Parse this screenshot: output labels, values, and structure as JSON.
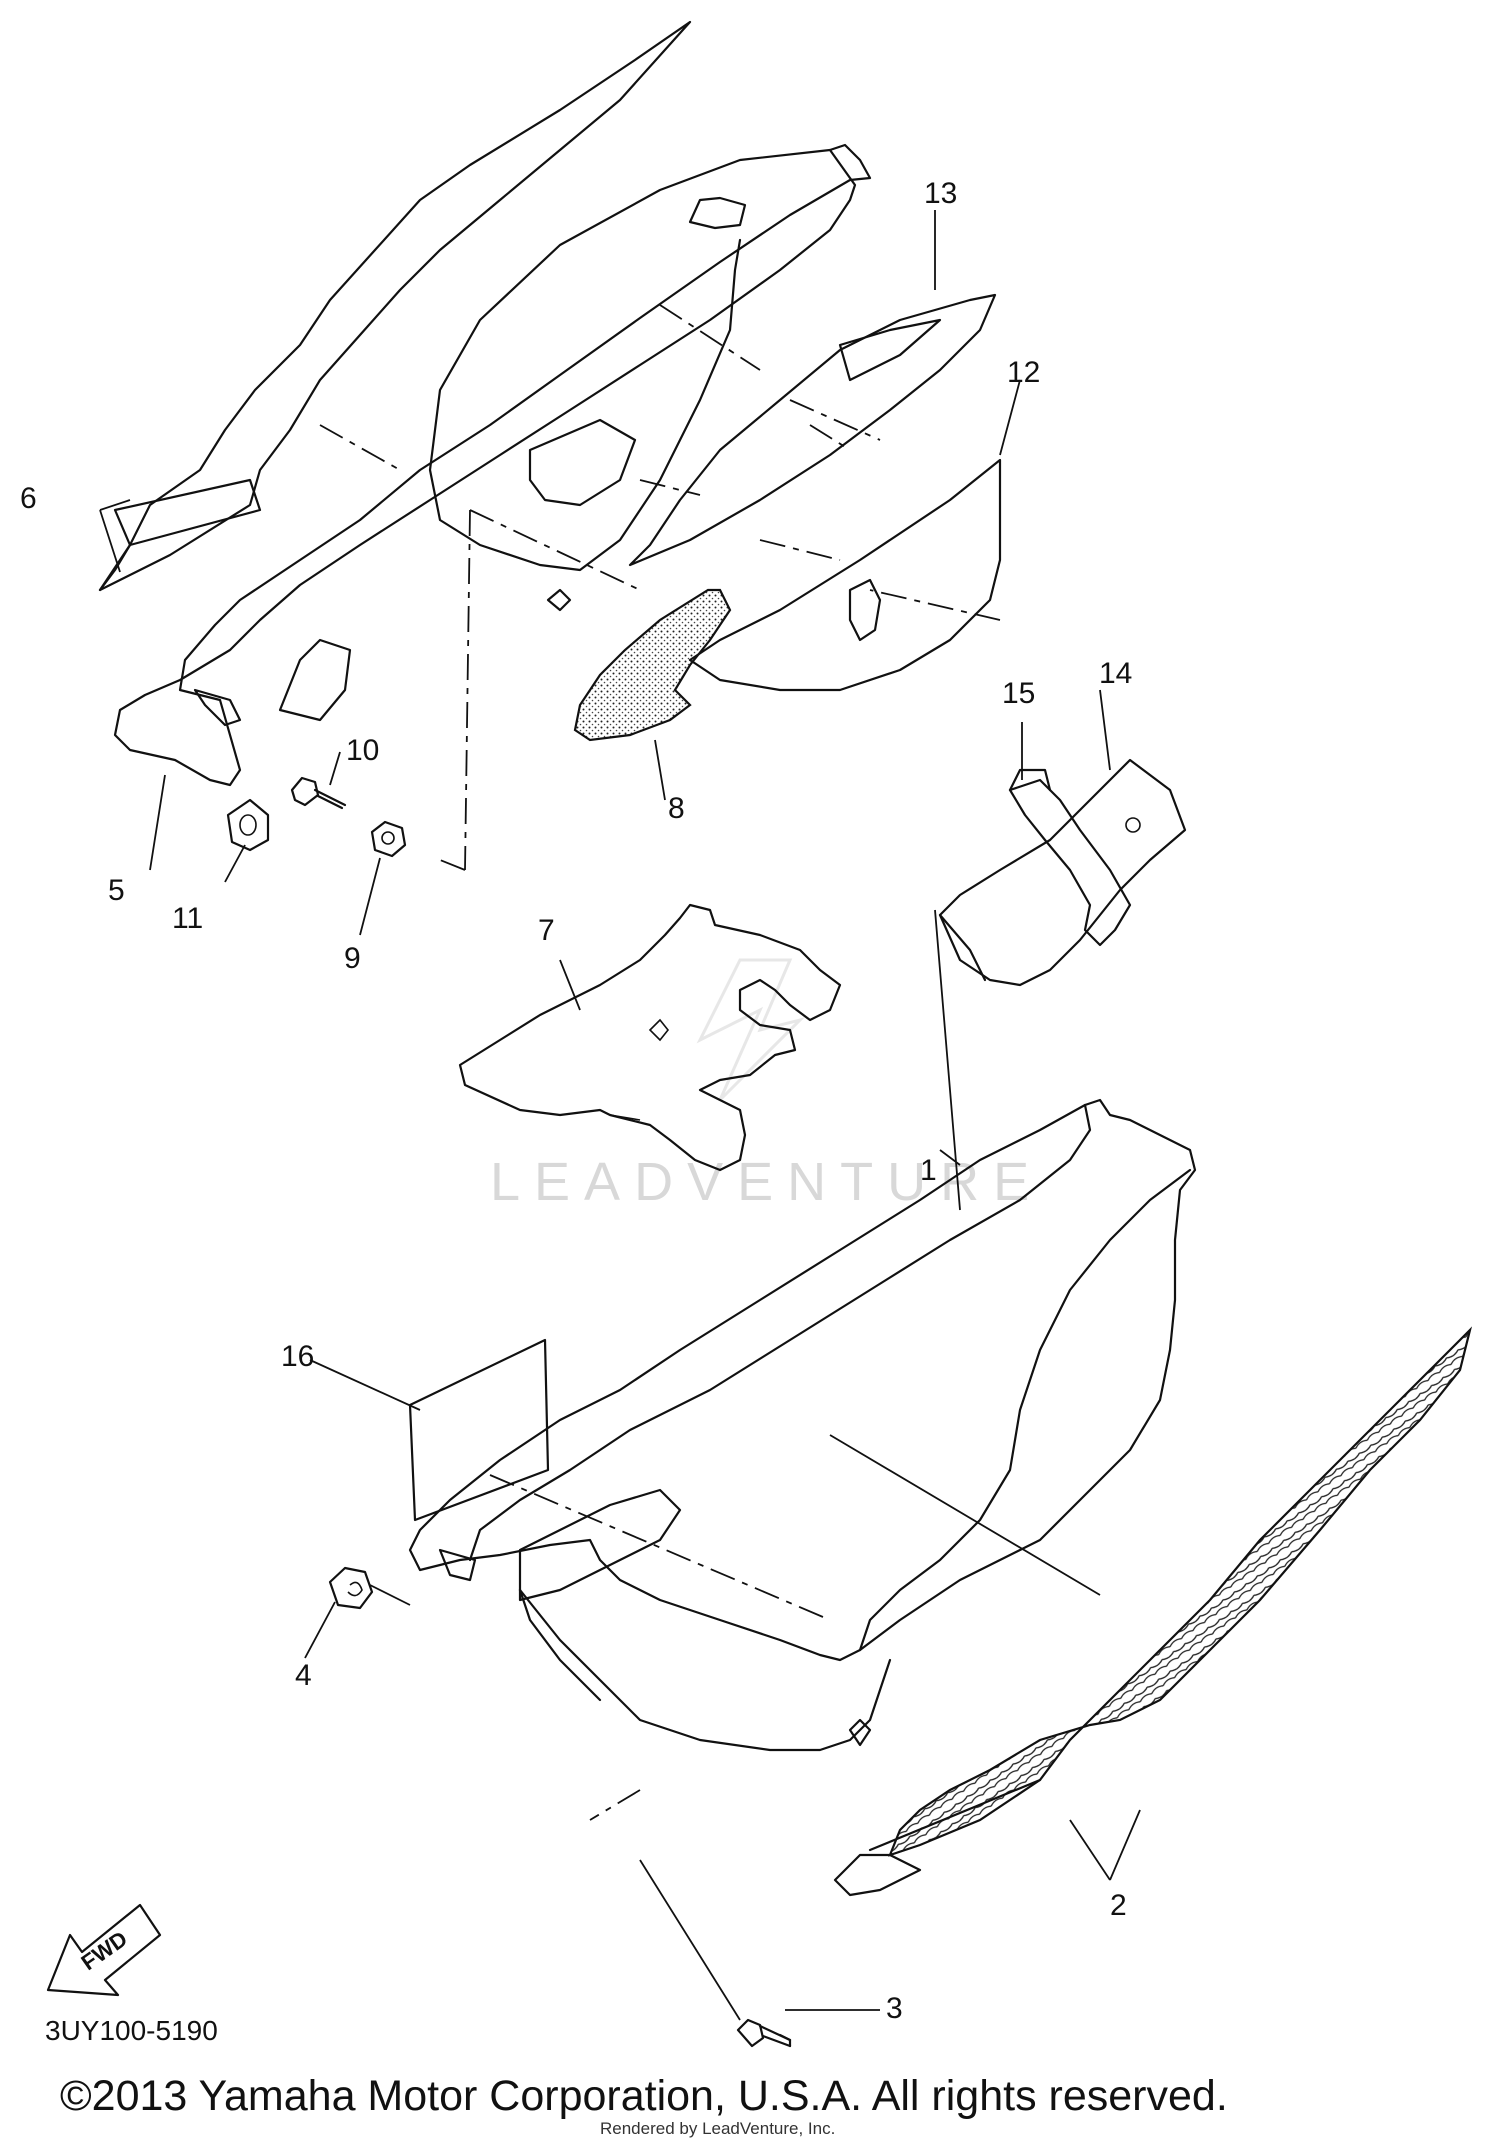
{
  "callouts": [
    "1",
    "2",
    "3",
    "4",
    "5",
    "6",
    "7",
    "8",
    "9",
    "10",
    "11",
    "12",
    "13",
    "14",
    "15",
    "16"
  ],
  "diagram_code": "3UY100-5190",
  "fwd_label": "FWD",
  "watermark": "LEADVENTURE",
  "copyright": "©2013 Yamaha Motor Corporation, U.S.A. All rights reserved.",
  "rendered_by": "Rendered by LeadVenture, Inc."
}
